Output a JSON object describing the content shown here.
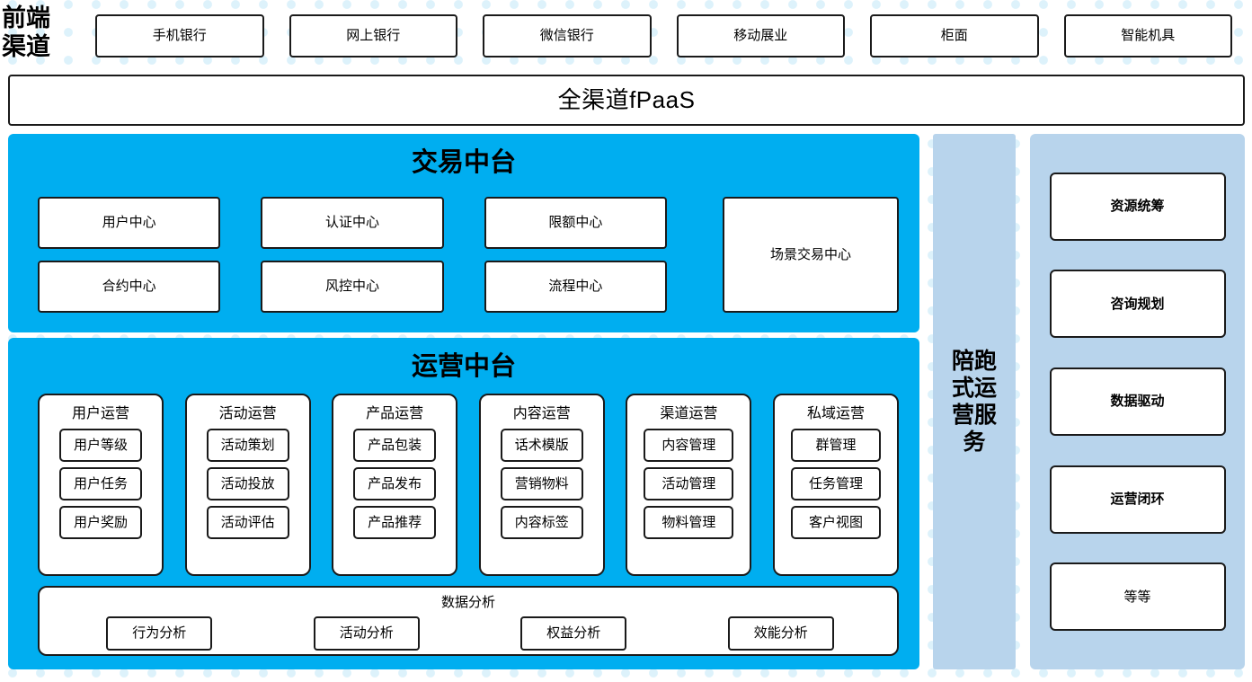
{
  "channel": {
    "label": "前端\n渠道",
    "label_lines": [
      "前端",
      "渠道"
    ],
    "items": [
      {
        "name": "mobile-bank",
        "label": "手机银行"
      },
      {
        "name": "online-bank",
        "label": "网上银行"
      },
      {
        "name": "wechat-bank",
        "label": "微信银行"
      },
      {
        "name": "mobile-business",
        "label": "移动展业"
      },
      {
        "name": "counter",
        "label": "柜面"
      },
      {
        "name": "smart-machine",
        "label": "智能机具"
      }
    ]
  },
  "fpaas": {
    "label": "全渠道fPaaS"
  },
  "trade_center": {
    "title": "交易中台",
    "items": [
      {
        "name": "user-center",
        "label": "用户中心"
      },
      {
        "name": "auth-center",
        "label": "认证中心"
      },
      {
        "name": "limit-center",
        "label": "限额中心"
      },
      {
        "name": "contract-center",
        "label": "合约中心"
      },
      {
        "name": "risk-center",
        "label": "风控中心"
      },
      {
        "name": "process-center",
        "label": "流程中心"
      }
    ],
    "scene": {
      "name": "scene-trade-center",
      "label": "场景交易中心"
    }
  },
  "ops_center": {
    "title": "运营中台",
    "groups": [
      {
        "name": "user-ops",
        "title": "用户运营",
        "items": [
          "用户等级",
          "用户任务",
          "用户奖励"
        ]
      },
      {
        "name": "activity-ops",
        "title": "活动运营",
        "items": [
          "活动策划",
          "活动投放",
          "活动评估"
        ]
      },
      {
        "name": "product-ops",
        "title": "产品运营",
        "items": [
          "产品包装",
          "产品发布",
          "产品推荐"
        ]
      },
      {
        "name": "content-ops",
        "title": "内容运营",
        "items": [
          "话术模版",
          "营销物料",
          "内容标签"
        ]
      },
      {
        "name": "channel-ops",
        "title": "渠道运营",
        "items": [
          "内容管理",
          "活动管理",
          "物料管理"
        ]
      },
      {
        "name": "private-domain-ops",
        "title": "私域运营",
        "items": [
          "群管理",
          "任务管理",
          "客户视图"
        ]
      }
    ],
    "data_analysis": {
      "title": "数据分析",
      "items": [
        "行为分析",
        "活动分析",
        "权益分析",
        "效能分析"
      ]
    }
  },
  "accompany": {
    "label": "陪跑式运营服务"
  },
  "services": {
    "items": [
      {
        "name": "resource-coordination",
        "label": "资源统筹",
        "bold": true
      },
      {
        "name": "consulting-planning",
        "label": "咨询规划",
        "bold": true
      },
      {
        "name": "data-driven",
        "label": "数据驱动",
        "bold": true
      },
      {
        "name": "ops-closed-loop",
        "label": "运营闭环",
        "bold": true
      },
      {
        "name": "etc",
        "label": "等等",
        "bold": false
      }
    ]
  },
  "colors": {
    "primary_blue": "#00AEF0",
    "light_blue_panel": "#b8d4ec",
    "dot_blue": "#ddf2fb",
    "border": "#1a1a1a"
  }
}
